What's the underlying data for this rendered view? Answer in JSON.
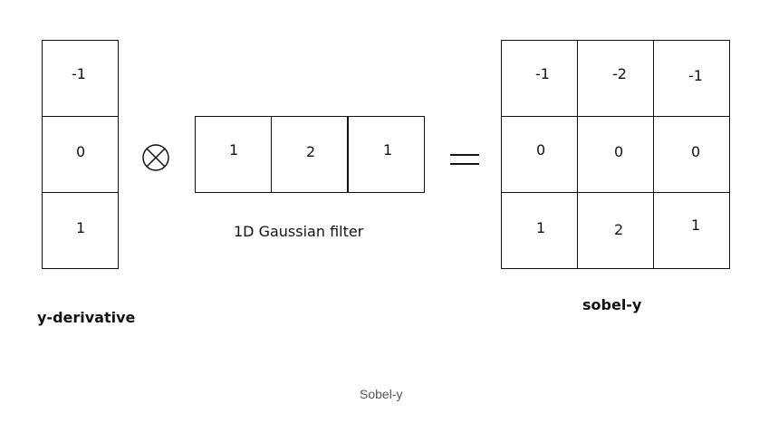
{
  "y_derivative": {
    "label": "y-derivative",
    "values": [
      "-1",
      "0",
      "1"
    ]
  },
  "operator_icon": "circled-times-icon",
  "gaussian": {
    "label": "1D Gaussian filter",
    "values": [
      "1",
      "2",
      "1"
    ]
  },
  "equals_icon": "equals-icon",
  "sobel": {
    "label": "sobel-y",
    "rows": [
      [
        "-1",
        "-2",
        "-1"
      ],
      [
        "0",
        "0",
        "0"
      ],
      [
        "1",
        "2",
        "1"
      ]
    ]
  },
  "caption": "Sobel-y"
}
